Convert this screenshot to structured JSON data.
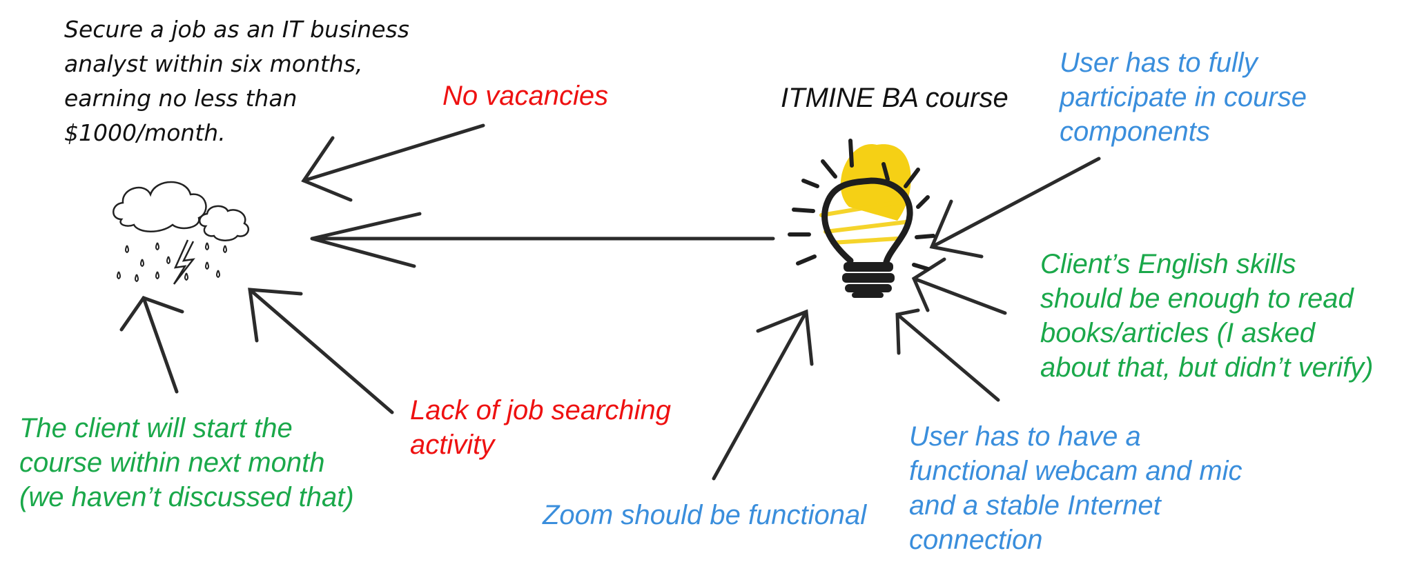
{
  "goal": {
    "lines": [
      "Secure a job as an IT business",
      "analyst within six months,",
      "earning no less than",
      "$1000/month."
    ]
  },
  "solution": {
    "title": "ITMINE BA course"
  },
  "risks": [
    {
      "lines": [
        "No vacancies"
      ]
    },
    {
      "lines": [
        "Lack of job searching",
        "activity"
      ]
    }
  ],
  "assumptions": [
    {
      "lines": [
        "The client will start the",
        "course within next month",
        "(we haven’t discussed that)"
      ]
    },
    {
      "lines": [
        "Client’s English skills",
        "should be enough to read",
        "books/articles (I asked",
        "about that, but didn’t verify)"
      ]
    }
  ],
  "dependencies": [
    {
      "lines": [
        "User has to fully",
        "participate in course",
        "components"
      ]
    },
    {
      "lines": [
        "User has to have a",
        "functional webcam and mic",
        "and a stable Internet",
        "connection"
      ]
    },
    {
      "lines": [
        "Zoom should be functional"
      ]
    }
  ],
  "colors": {
    "risk": "#ee1111",
    "dependency": "#3a8edc",
    "assumption": "#1aa84a",
    "bulb": "#f5d015"
  },
  "icons": [
    "storm-cloud-icon",
    "lightbulb-icon"
  ]
}
